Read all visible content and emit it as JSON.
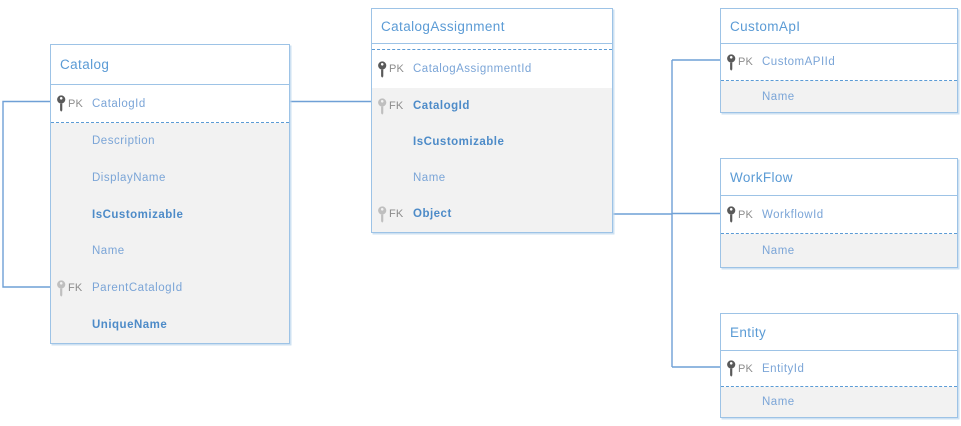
{
  "colors": {
    "table_border": "#9dc3e6",
    "header_text": "#5b9bd5",
    "attribute_text": "#7ba5d7",
    "attribute_bold_text": "#4d8bc8",
    "key_label_text": "#8c8c8c",
    "pk_icon": "#595959",
    "fk_icon": "#bfbfbf",
    "alt_row_background": "#f2f2f2",
    "connector_line": "#6fa0d6"
  },
  "tables": {
    "catalog": {
      "title": "Catalog",
      "cols": [
        {
          "key": "PK",
          "name": "CatalogId",
          "bold": false
        },
        {
          "name": "Description",
          "bold": false
        },
        {
          "name": "DisplayName",
          "bold": false
        },
        {
          "name": "IsCustomizable",
          "bold": true
        },
        {
          "name": "Name",
          "bold": false
        },
        {
          "key": "FK",
          "name": "ParentCatalogId",
          "bold": false
        },
        {
          "name": "UniqueName",
          "bold": true
        }
      ]
    },
    "catalog_assignment": {
      "title": "CatalogAssignment",
      "cols": [
        {
          "key": "PK",
          "name": "CatalogAssignmentId",
          "bold": false
        },
        {
          "key": "FK",
          "name": "CatalogId",
          "bold": true
        },
        {
          "name": "IsCustomizable",
          "bold": true
        },
        {
          "name": "Name",
          "bold": false
        },
        {
          "key": "FK",
          "name": "Object",
          "bold": true
        }
      ]
    },
    "custom_api": {
      "title": "CustomApI",
      "cols": [
        {
          "key": "PK",
          "name": "CustomAPIId",
          "bold": false
        },
        {
          "name": "Name",
          "bold": false
        }
      ]
    },
    "workflow": {
      "title": "WorkFlow",
      "cols": [
        {
          "key": "PK",
          "name": "WorkflowId",
          "bold": false
        },
        {
          "name": "Name",
          "bold": false
        }
      ]
    },
    "entity": {
      "title": "Entity",
      "cols": [
        {
          "key": "PK",
          "name": "EntityId",
          "bold": false
        },
        {
          "name": "Name",
          "bold": false
        }
      ]
    }
  },
  "relationships": [
    {
      "from": "Catalog.CatalogId",
      "to": "Catalog.ParentCatalogId"
    },
    {
      "from": "Catalog.CatalogId",
      "to": "CatalogAssignment.CatalogId"
    },
    {
      "from": "CatalogAssignment.Object",
      "to": "CustomApI.CustomAPIId"
    },
    {
      "from": "CatalogAssignment.Object",
      "to": "WorkFlow.WorkflowId"
    },
    {
      "from": "CatalogAssignment.Object",
      "to": "Entity.EntityId"
    }
  ]
}
